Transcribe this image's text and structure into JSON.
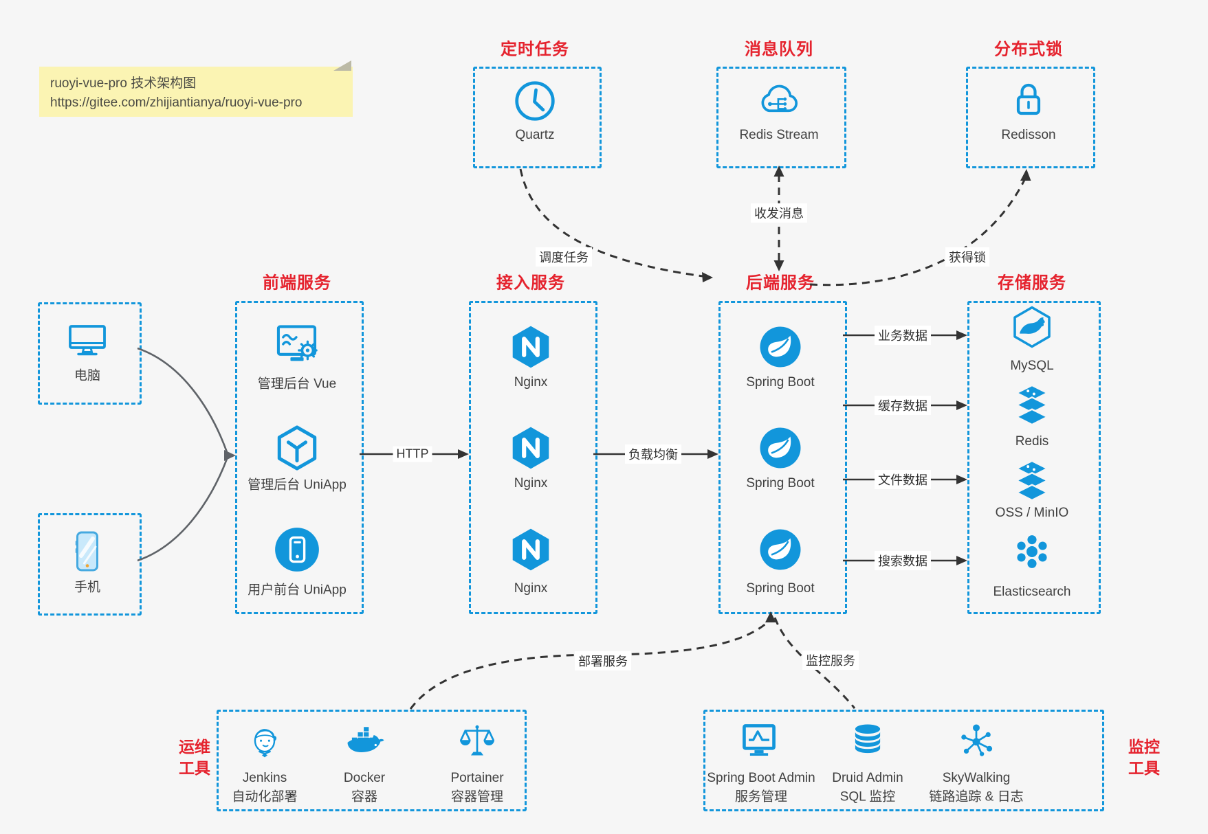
{
  "colors": {
    "accent": "#1296db",
    "title_red": "#e5232e",
    "text": "#404040",
    "edge": "#333333",
    "background": "#f6f6f6",
    "note_bg": "#fbf4b3"
  },
  "note": {
    "line1": "ruoyi-vue-pro 技术架构图",
    "line2": "https://gitee.com/zhijiantianya/ruoyi-vue-pro"
  },
  "top_groups": [
    {
      "title": "定时任务",
      "icon": "clock-icon",
      "label": "Quartz"
    },
    {
      "title": "消息队列",
      "icon": "cloud-stream-icon",
      "label": "Redis Stream"
    },
    {
      "title": "分布式锁",
      "icon": "lock-icon",
      "label": "Redisson"
    }
  ],
  "clients": [
    {
      "icon": "desktop-icon",
      "label": "电脑"
    },
    {
      "icon": "phone-icon",
      "label": "手机"
    }
  ],
  "columns": [
    {
      "title": "前端服务",
      "items": [
        {
          "icon": "admin-vue-icon",
          "label": "管理后台 Vue"
        },
        {
          "icon": "uniapp-cube-icon",
          "label": "管理后台 UniApp"
        },
        {
          "icon": "user-app-icon",
          "label": "用户前台 UniApp"
        }
      ]
    },
    {
      "title": "接入服务",
      "items": [
        {
          "icon": "nginx-icon",
          "label": "Nginx"
        },
        {
          "icon": "nginx-icon",
          "label": "Nginx"
        },
        {
          "icon": "nginx-icon",
          "label": "Nginx"
        }
      ]
    },
    {
      "title": "后端服务",
      "items": [
        {
          "icon": "spring-boot-icon",
          "label": "Spring Boot"
        },
        {
          "icon": "spring-boot-icon",
          "label": "Spring Boot"
        },
        {
          "icon": "spring-boot-icon",
          "label": "Spring Boot"
        }
      ]
    },
    {
      "title": "存储服务",
      "items": [
        {
          "icon": "mysql-icon",
          "label": "MySQL"
        },
        {
          "icon": "redis-stack-icon",
          "label": "Redis"
        },
        {
          "icon": "oss-stack-icon",
          "label": "OSS / MinIO"
        },
        {
          "icon": "elasticsearch-icon",
          "label": "Elasticsearch"
        }
      ]
    }
  ],
  "bottom_groups": [
    {
      "title_line1": "运维",
      "title_line2": "工具",
      "items": [
        {
          "icon": "jenkins-icon",
          "label": "Jenkins",
          "sublabel": "自动化部署"
        },
        {
          "icon": "docker-icon",
          "label": "Docker",
          "sublabel": "容器"
        },
        {
          "icon": "portainer-icon",
          "label": "Portainer",
          "sublabel": "容器管理"
        }
      ]
    },
    {
      "title_line1": "监控",
      "title_line2": "工具",
      "items": [
        {
          "icon": "spring-boot-admin-icon",
          "label": "Spring Boot Admin",
          "sublabel": "服务管理"
        },
        {
          "icon": "druid-icon",
          "label": "Druid Admin",
          "sublabel": "SQL 监控"
        },
        {
          "icon": "skywalking-icon",
          "label": "SkyWalking",
          "sublabel": "链路追踪 & 日志"
        }
      ]
    }
  ],
  "edge_labels": {
    "http": "HTTP",
    "load_balance": "负载均衡",
    "business_data": "业务数据",
    "cache_data": "缓存数据",
    "file_data": "文件数据",
    "search_data": "搜索数据",
    "schedule_task": "调度任务",
    "send_receive_message": "收发消息",
    "acquire_lock": "获得锁",
    "deploy_service": "部署服务",
    "monitor_service": "监控服务"
  }
}
